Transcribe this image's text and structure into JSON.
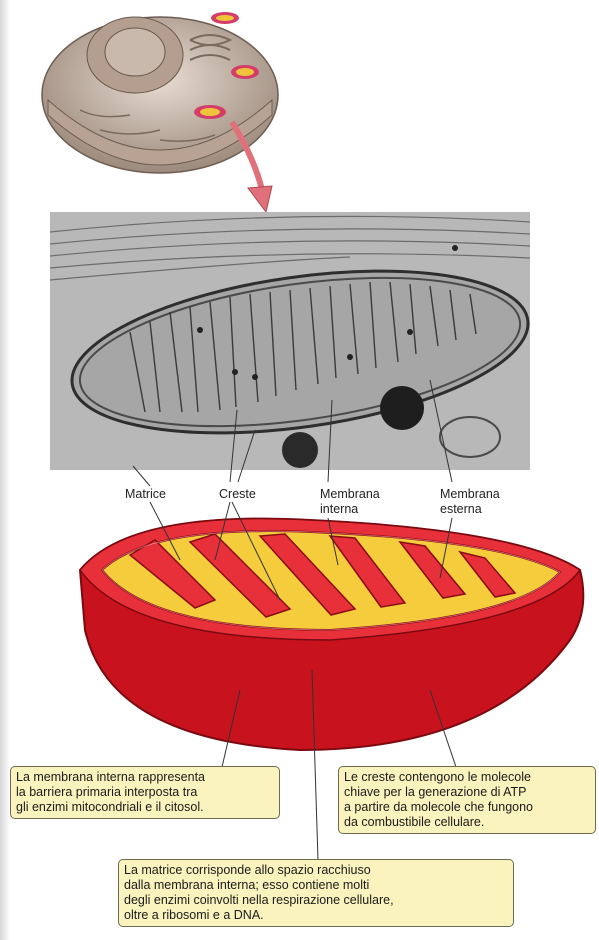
{
  "labels": {
    "matrice": "Matrice",
    "creste": "Creste",
    "membrana_interna": "Membrana\ninterna",
    "membrana_esterna": "Membrana\nesterna"
  },
  "callouts": {
    "inner_membrane": [
      "La membrana interna rappresenta",
      "la barriera primaria interposta tra",
      "gli enzimi mitocondriali e il citosol."
    ],
    "cristae": [
      "Le creste contengono le molecole",
      "chiave per la generazione di ATP",
      "a partire da molecole che fungono",
      "da combustibile cellulare."
    ],
    "matrix": [
      "La matrice corrisponde allo spazio racchiuso",
      "dalla membrana interna; esso contiene molti",
      "degli enzimi coinvolti nella respirazione cellulare,",
      "oltre a ribosomi e a DNA."
    ]
  },
  "colors": {
    "membrane_red": "#d8202c",
    "matrix_yellow": "#f4cc3c",
    "callout_fill": "#fbf3be",
    "arrow_pink": "#e0707a"
  },
  "icons": [
    "cell-cutaway-illustration",
    "electron-micrograph",
    "mitochondrion-3d-diagram",
    "pointer-arrow"
  ]
}
